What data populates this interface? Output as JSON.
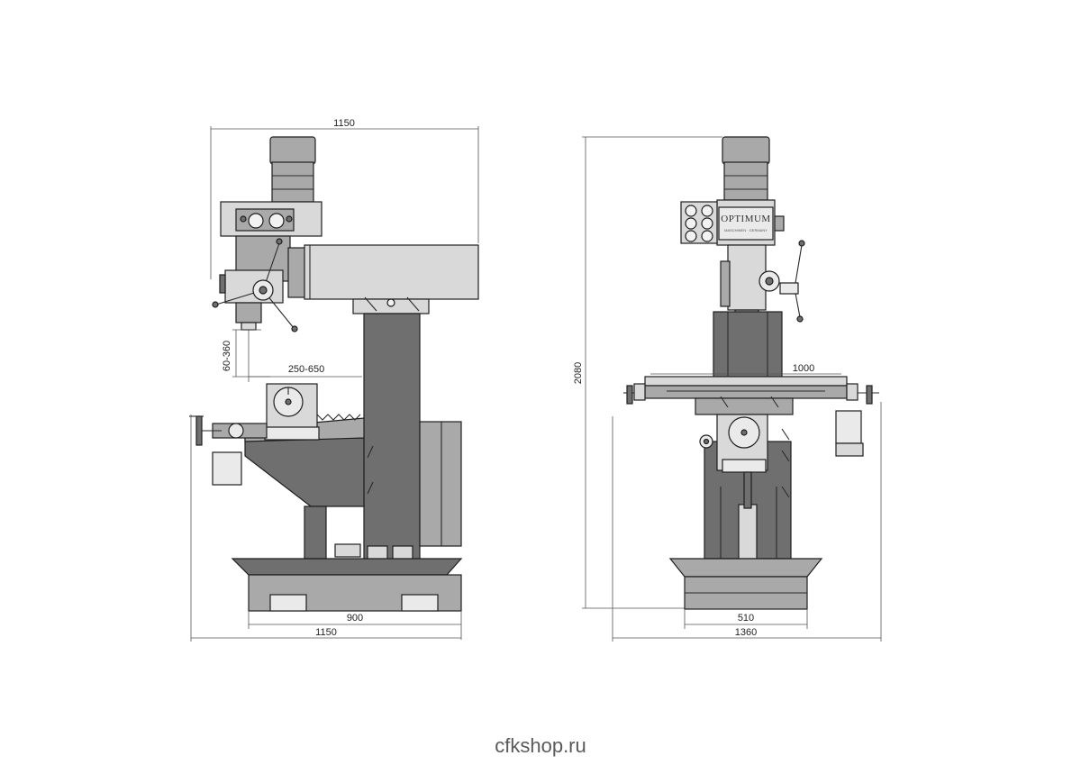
{
  "side_view": {
    "dim_top_width": "1150",
    "dim_quill_travel": "60-360",
    "dim_reach": "250-650",
    "dim_base_width": "900",
    "dim_total_width": "1150"
  },
  "front_view": {
    "dim_height": "2080",
    "dim_table_length": "1000",
    "dim_base_width": "510",
    "dim_total_width": "1360",
    "brand_name": "OPTIMUM",
    "brand_tagline": "MASCHINEN · GERMANY"
  },
  "watermark": "cfkshop.ru"
}
